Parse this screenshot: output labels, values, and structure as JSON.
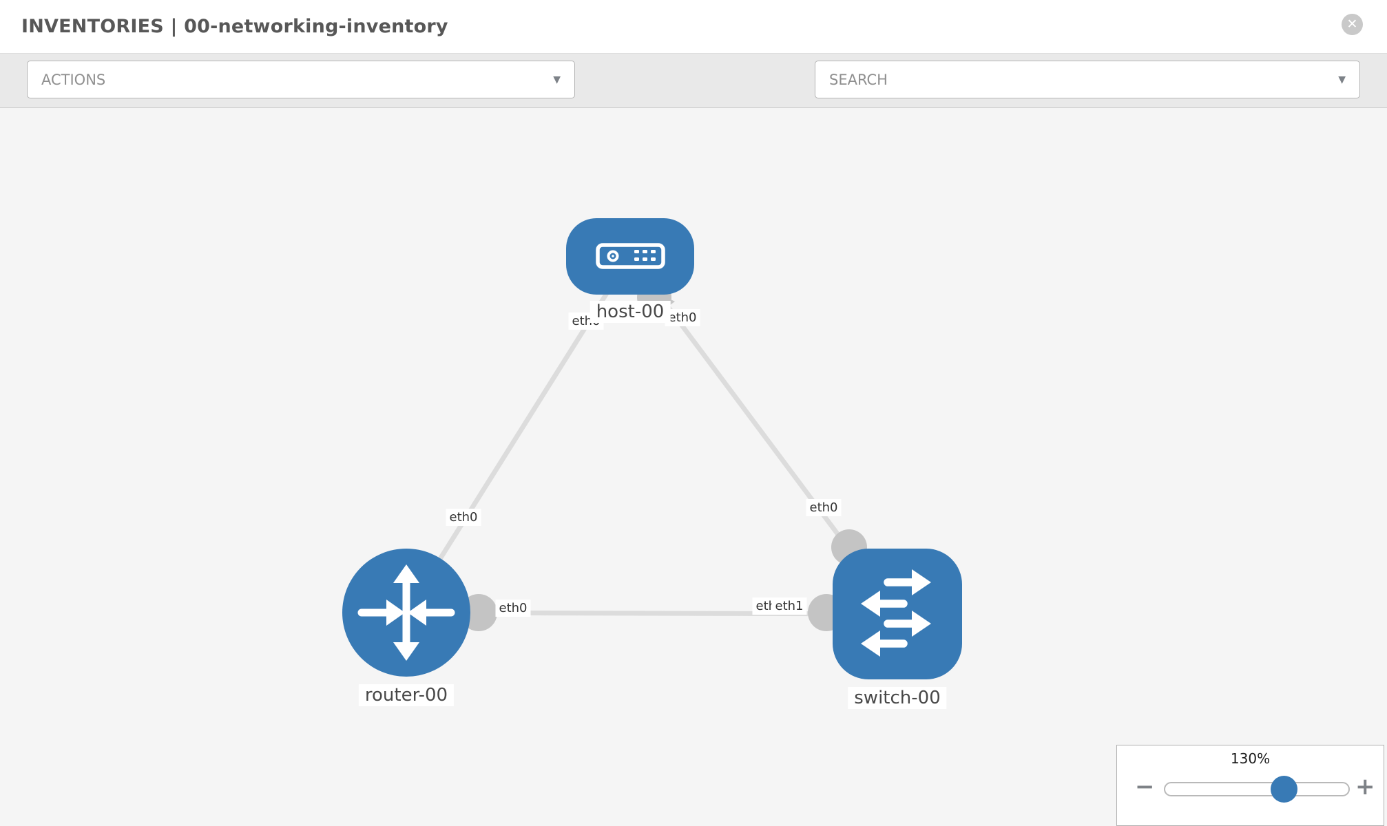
{
  "header": {
    "title": "INVENTORIES | 00-networking-inventory",
    "close_glyph": "✕"
  },
  "toolbar": {
    "actions_label": "ACTIONS",
    "actions_caret": "▼",
    "search_placeholder": "SEARCH",
    "search_caret": "▼"
  },
  "topology": {
    "nodes": [
      {
        "id": "host-00",
        "type": "host"
      },
      {
        "id": "router-00",
        "type": "router"
      },
      {
        "id": "switch-00",
        "type": "switch"
      }
    ],
    "labels": {
      "host": "host-00",
      "router": "router-00",
      "switch": "switch-00"
    },
    "interfaces": {
      "host_to_router": "eth0",
      "host_to_switch": "eth0",
      "router_to_host": "eth0",
      "router_to_switch": "eth0",
      "switch_to_host": "eth0",
      "switch_to_router_back": "eth0",
      "switch_to_router_front": "eth1"
    },
    "links": [
      {
        "from": "host-00",
        "from_if": "eth0",
        "to": "router-00",
        "to_if": "eth0"
      },
      {
        "from": "host-00",
        "from_if": "eth0",
        "to": "switch-00",
        "to_if": "eth0"
      },
      {
        "from": "router-00",
        "from_if": "eth0",
        "to": "switch-00",
        "to_if": "eth1"
      }
    ]
  },
  "zoom_control": {
    "value": "130%",
    "minus_glyph": "−",
    "plus_glyph": "+"
  },
  "colors": {
    "node_blue": "#387ab5",
    "edge_gray": "#dcdcdc",
    "dot_gray": "#c4c4c4",
    "toolbar_bg": "#e9e9e9",
    "canvas_bg": "#f5f5f5"
  }
}
